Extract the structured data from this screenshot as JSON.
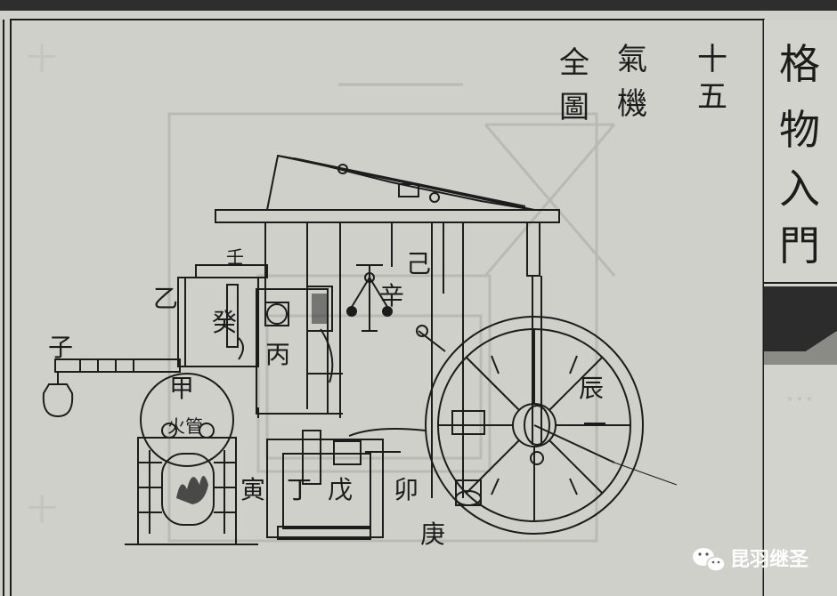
{
  "title": {
    "number": "十五",
    "col1": "氣機",
    "col2": "全圖"
  },
  "side_title": "格物入門",
  "labels": {
    "zi": "子",
    "yi": "乙",
    "ren": "壬",
    "gui": "癸",
    "bing": "丙",
    "jia": "甲",
    "huoguan": "火管",
    "yin": "寅",
    "ding": "丁",
    "wu": "戊",
    "mao": "卯",
    "geng": "庚",
    "ji": "己",
    "xin": "辛",
    "chen": "辰"
  },
  "watermark": {
    "text": "昆羽继圣",
    "icon": "wechat-icon"
  },
  "colors": {
    "paper": "#cfd0ca",
    "ink": "#1c1c1c",
    "frame": "#333333"
  }
}
